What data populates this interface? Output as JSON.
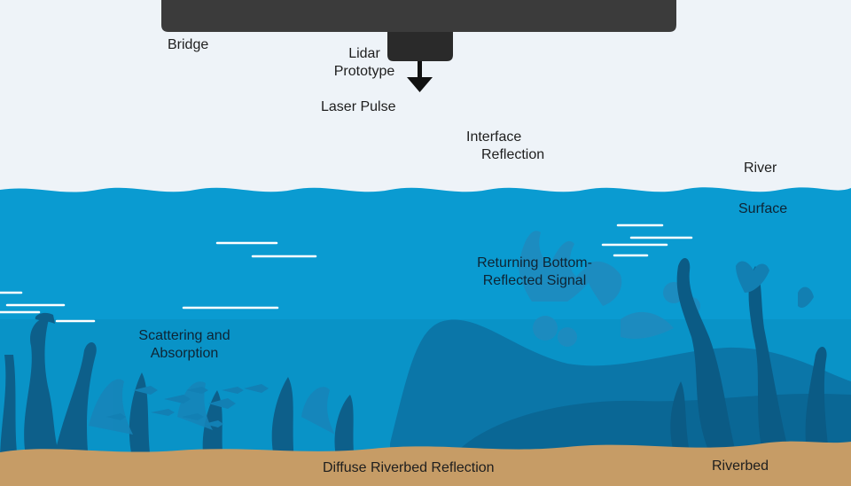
{
  "labels": {
    "bridge": "Bridge",
    "lidar_line1": "Lidar",
    "lidar_line2": "Prototype",
    "laser_pulse": "Laser Pulse",
    "interface_line1": "Interface",
    "interface_line2": "Reflection",
    "river_line1": "River",
    "river_line2": "Surface",
    "returning_line1": "Returning Bottom-",
    "returning_line2": "Reflected Signal",
    "scattering_line1": "Scattering and",
    "scattering_line2": "Absorption",
    "diffuse": "Diffuse Riverbed Reflection",
    "riverbed": "Riverbed"
  },
  "colors": {
    "sky": "#eef3f8",
    "water": "#0a9bd1",
    "water_dark": "#0b72a0",
    "riverbed": "#c69c66",
    "bridge": "#3b3b3b",
    "arrow": "#111111"
  },
  "icons": {
    "lidar": "lidar-device-icon",
    "arrow": "arrow-down-icon",
    "fish": "fish-school-icon",
    "seaweed": "seaweed-icon",
    "coral": "coral-icon"
  }
}
